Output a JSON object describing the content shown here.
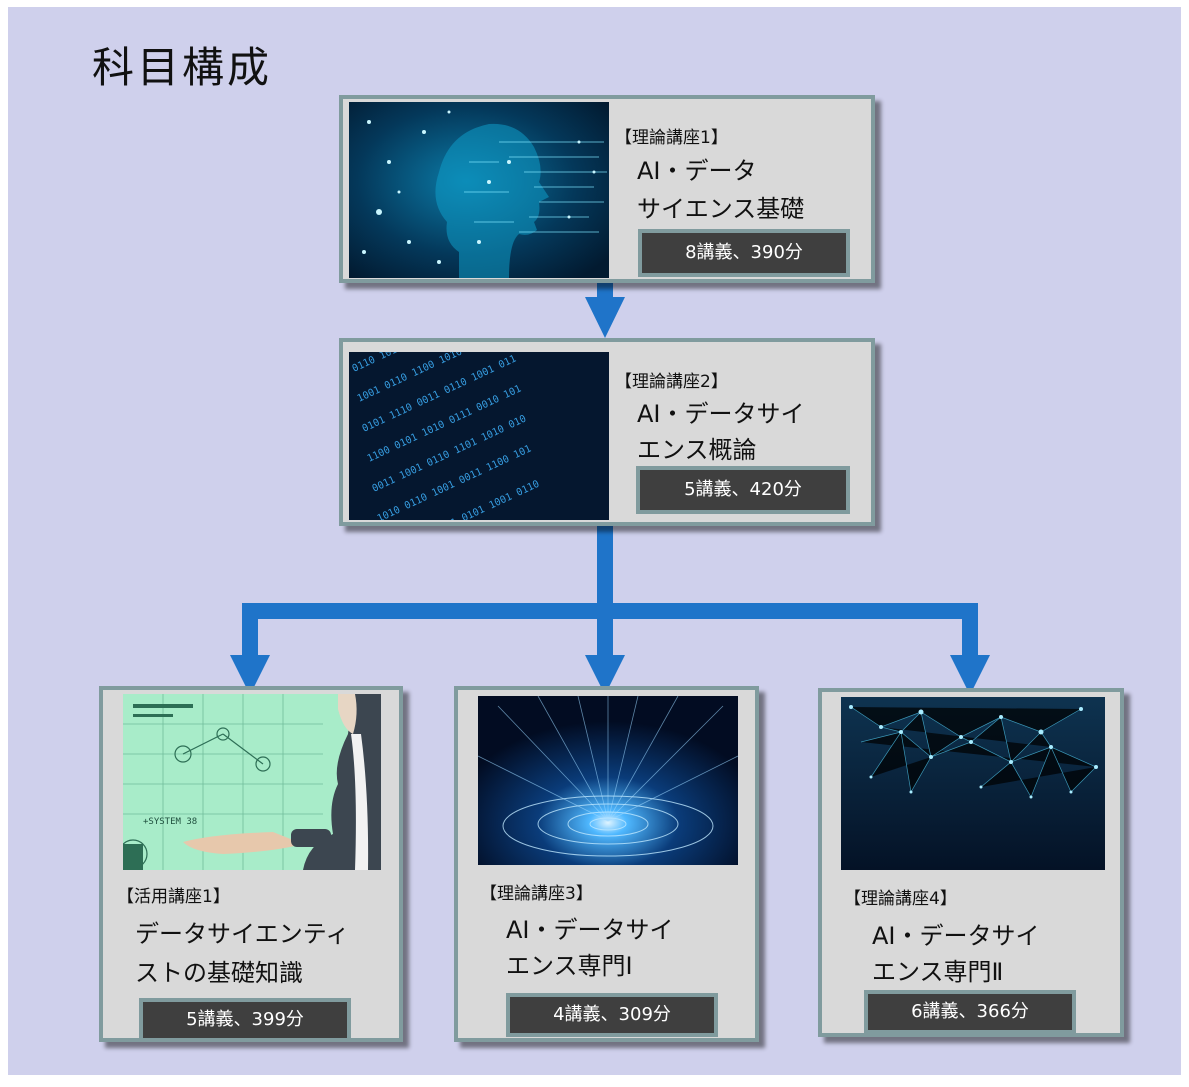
{
  "title": "科目構成",
  "courses": [
    {
      "tag": "【理論講座1】",
      "name1": "AI・データ",
      "name2": "サイエンス基礎",
      "stat": "8講義、390分"
    },
    {
      "tag": "【理論講座2】",
      "name1": "AI・データサイ",
      "name2": "エンス概論",
      "stat": "5講義、420分"
    },
    {
      "tag": "【活用講座1】",
      "name1": "データサイエンティ",
      "name2": "ストの基礎知識",
      "stat": "5講義、399分"
    },
    {
      "tag": "【理論講座3】",
      "name1": "AI・データサイ",
      "name2": "エンス専門Ⅰ",
      "stat": "4講義、309分"
    },
    {
      "tag": "【理論講座4】",
      "name1": "AI・データサイ",
      "name2": "エンス専門Ⅱ",
      "stat": "6講義、366分"
    }
  ],
  "colors": {
    "background": "#cfd0ec",
    "card": "#d9d9d9",
    "card_border": "#809b9e",
    "arrow": "#1f74c9",
    "stat_box": "#3f3f3f"
  }
}
